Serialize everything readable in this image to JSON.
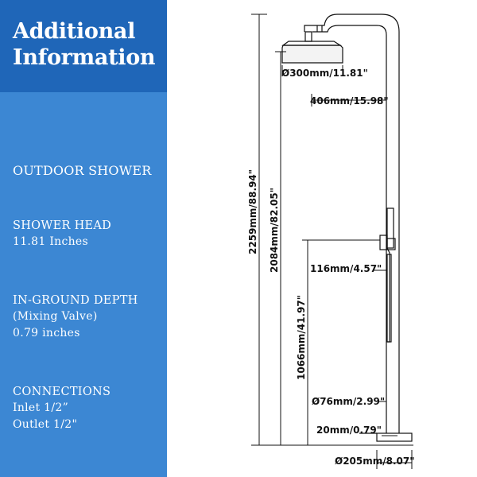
{
  "panel": {
    "title_line1": "Additional",
    "title_line2": "Information",
    "product_type": "OUTDOOR SHOWER",
    "shower_head_label": "SHOWER HEAD",
    "shower_head_value": "11.81 Inches",
    "depth_label": "IN-GROUND DEPTH",
    "depth_sub": "(Mixing Valve)",
    "depth_value": "0.79 inches",
    "connections_label": "CONNECTIONS",
    "inlet": "Inlet 1/2”",
    "outlet": "Outlet 1/2\""
  },
  "dimensions": {
    "head_diameter": "Ø300mm/11.81\"",
    "arm_reach": "406mm/15.98\"",
    "total_height": "2259mm/88.94\"",
    "head_height": "2084mm/82.05\"",
    "valve_offset": "116mm/4.57\"",
    "valve_height": "1066mm/41.97\"",
    "pipe_diameter": "Ø76mm/2.99\"",
    "ground_depth": "20mm/0.79\"",
    "base_diameter": "Ø205mm/8.07\""
  },
  "colors": {
    "title_band": "#1f66b8",
    "side_band": "#3c87d3",
    "text": "#ffffff",
    "line": "#111111"
  }
}
